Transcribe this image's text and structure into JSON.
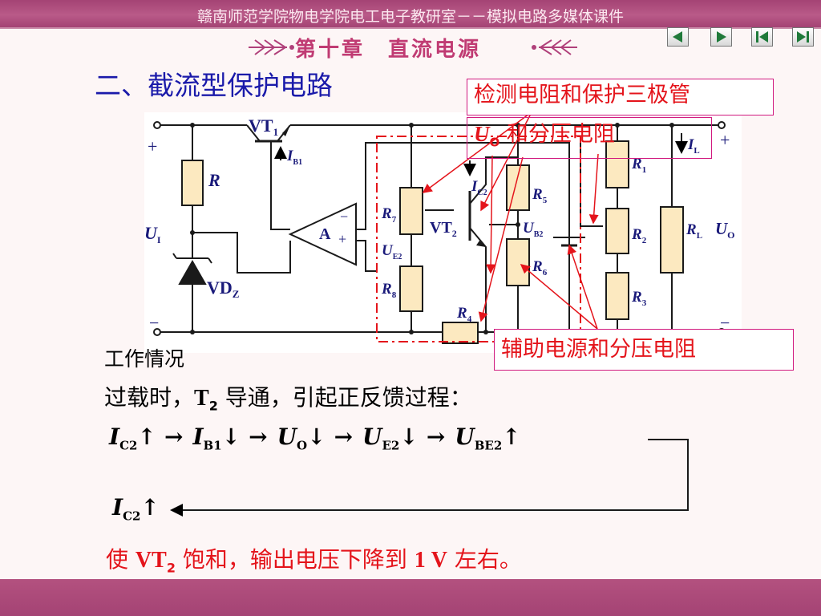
{
  "header": {
    "course_title": "赣南师范学院物电学院电工电子教研室－－模拟电路多媒体课件"
  },
  "chapter": {
    "title": "第十章　直流电源"
  },
  "nav": {
    "prev": "上一页",
    "next": "下一页",
    "first": "首页",
    "last": "末页"
  },
  "section": {
    "title": "二、截流型保护电路"
  },
  "callouts": {
    "detect": "检测电阻和保护三极管",
    "uo_prefix": "U",
    "uo_sub": "O",
    "uo_suffix": " 和分压电阻",
    "aux": "辅助电源和分压电阻"
  },
  "circuit": {
    "labels": {
      "plus": "+",
      "minus": "−",
      "vt1": "VT",
      "vt1_sub": "1",
      "ib1": "I",
      "ib1_sub": "B1",
      "r": "R",
      "ui": "U",
      "ui_sub": "I",
      "vdz": "VD",
      "vdz_sub": "Z",
      "amp": "A",
      "r7": "R",
      "r7_sub": "7",
      "ue2": "U",
      "ue2_sub": "E2",
      "r8": "R",
      "r8_sub": "8",
      "vt2": "VT",
      "vt2_sub": "2",
      "ic2": "I",
      "ic2_sub": "C2",
      "r5": "R",
      "r5_sub": "5",
      "ub2": "U",
      "ub2_sub": "B2",
      "r6": "R",
      "r6_sub": "6",
      "r4": "R",
      "r4_sub": "4",
      "r1": "R",
      "r1_sub": "1",
      "r2": "R",
      "r2_sub": "2",
      "r3": "R",
      "r3_sub": "3",
      "il": "I",
      "il_sub": "L",
      "rl": "R",
      "rl_sub": "L",
      "uo": "U",
      "uo_sub": "O"
    }
  },
  "body": {
    "working": "工作情况",
    "overload_a": "过载时，",
    "overload_t": "T",
    "overload_sub": "2",
    "overload_b": " 导通，引起正反馈过程：",
    "chain": [
      {
        "sym": "I",
        "sub": "C2",
        "arrow": "↑"
      },
      {
        "sym": "I",
        "sub": "B1",
        "arrow": "↓"
      },
      {
        "sym": "U",
        "sub": "O",
        "arrow": "↓"
      },
      {
        "sym": "U",
        "sub": "E2",
        "arrow": "↓"
      },
      {
        "sym": "U",
        "sub": "BE2",
        "arrow": "↑"
      }
    ],
    "arrow_to": "→",
    "feedback": {
      "sym": "I",
      "sub": "C2",
      "arrow": "↑"
    },
    "result_a": "使 ",
    "result_vt": "VT",
    "result_sub": "2",
    "result_b": " 饱和，输出电压下降到 ",
    "result_v": "1 V",
    "result_c": " 左右。"
  },
  "colors": {
    "accent": "#A44374",
    "title_blue": "#1a1aaa",
    "red": "#E4141B",
    "resistor_fill": "#FCE9C0",
    "wire": "#1a1a1a"
  }
}
